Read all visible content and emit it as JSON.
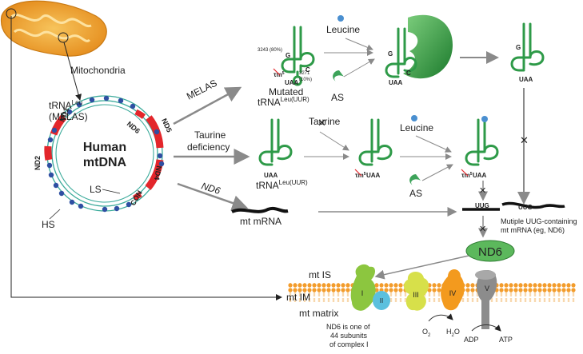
{
  "labels": {
    "mitochondria": "Mitochondria",
    "trna_leu_melas_1": "tRNA",
    "trna_leu_melas_sup": "Leu",
    "trna_leu_melas_2": "(MELAS)",
    "nd1": "ND1",
    "nd2": "ND2",
    "nd4": "ND4",
    "nd5": "ND5",
    "nd6_gene": "ND6",
    "con": "CON",
    "human": "Human",
    "mtdna": "mtDNA",
    "ls": "LS",
    "hs": "HS",
    "melas": "MELAS",
    "taurine_deficiency_1": "Taurine",
    "taurine_deficiency_2": "deficiency",
    "nd6_arrow": "ND6",
    "mt_mrna": "mt mRNA",
    "leucine_top": "Leucine",
    "leucine_mid": "Leucine",
    "taurine_crossed": "Taurine",
    "as_top": "AS",
    "as_mid": "AS",
    "mut_3243": "3243 (80%)",
    "mut_3271": "3271",
    "mut_3271_pct": "(10%)",
    "mutated": "Mutated",
    "trna_leu_uur_1": "tRNA",
    "trna_leu_uur_sup": "Leu(UUR)",
    "trna_leu_uur_2": "tRNA",
    "trna_leu_uur_2_sup": "Leu(UUR)",
    "uaa": "UAA",
    "tm5": "τm",
    "tm5_sup": "5",
    "g": "G",
    "c": "C",
    "uug_1": "UUG",
    "uug_2": "UUG",
    "multiple_uug_1": "Mutiple UUG-containing",
    "multiple_uug_2": "mt mRNA (eg, ND6)",
    "nd6_protein": "ND6",
    "mt_is": "mt IS",
    "mt_im": "mt IM",
    "mt_matrix": "mt matrix",
    "complex_i": "I",
    "complex_ii": "II",
    "complex_iii": "III",
    "complex_iv": "IV",
    "complex_v": "V",
    "nd6_note_1": "ND6 is one of",
    "nd6_note_2": "44 subunits",
    "nd6_note_3": "of complex I",
    "o2": "O",
    "o2_sub": "2",
    "h2o_h": "H",
    "h2o_sub": "2",
    "h2o_o": "O",
    "adp": "ADP",
    "atp": "ATP"
  },
  "colors": {
    "trna": "#2e9a48",
    "mito_orange": "#f0a030",
    "dna_teal": "#3aaa9a",
    "gene_red": "#e3262b",
    "marker_blue": "#2f4fa2",
    "arrow_gray": "#8a8a8a",
    "nd6_green": "#5cb85c",
    "complex_i": "#8cc63f",
    "complex_ii": "#5bc0de",
    "complex_iii": "#d7e04a",
    "complex_iv": "#f39a1e",
    "complex_v": "#8c8c8c",
    "membrane": "#f39c2b"
  },
  "icons": [
    "leucine-icon",
    "aminoacyl-synthetase-icon",
    "cross-icon",
    "mitochondrion-icon"
  ]
}
